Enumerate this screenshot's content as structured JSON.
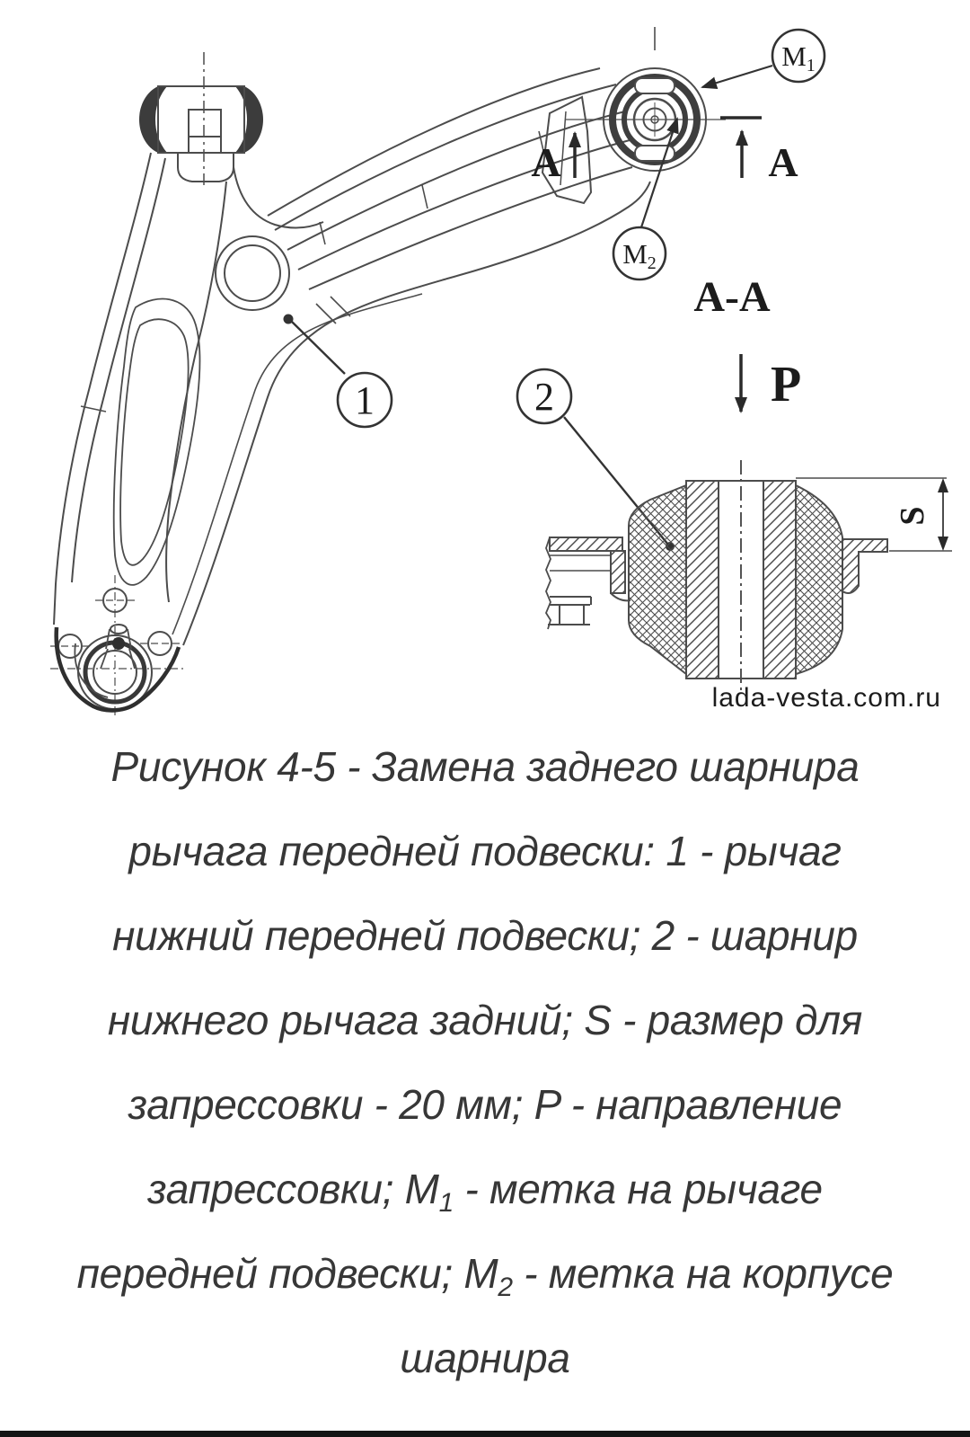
{
  "figure": {
    "labels": {
      "section_cut_left": "A",
      "section_cut_right": "A",
      "section_view": "A-A",
      "press_force": "P",
      "press_depth": "S",
      "callout_arm": "1",
      "callout_joint": "2",
      "mark_arm": {
        "base": "M",
        "sub": "1"
      },
      "mark_housing": {
        "base": "M",
        "sub": "2"
      }
    },
    "watermark": "lada-vesta.com.ru"
  },
  "caption": {
    "lines": [
      {
        "parts": [
          {
            "text": "Рисунок 4-5 - Замена заднего шарнира"
          }
        ]
      },
      {
        "parts": [
          {
            "text": "рычага передней подвески: 1 - рычаг"
          }
        ]
      },
      {
        "parts": [
          {
            "text": "нижний передней подвески; 2 - шарнир"
          }
        ]
      },
      {
        "parts": [
          {
            "text": "нижнего рычага задний; S - размер для"
          }
        ]
      },
      {
        "parts": [
          {
            "text": "запрессовки - 20 мм; P - направление"
          }
        ]
      },
      {
        "parts": [
          {
            "text": "запрессовки; M"
          },
          {
            "text": "1",
            "sub": true
          },
          {
            "text": " - метка на рычаге"
          }
        ]
      },
      {
        "parts": [
          {
            "text": "передней подвески; M"
          },
          {
            "text": "2",
            "sub": true
          },
          {
            "text": " - метка на корпусе"
          }
        ]
      },
      {
        "parts": [
          {
            "text": "шарнира"
          }
        ]
      }
    ]
  },
  "colors": {
    "line": "#4c4c4c",
    "label": "#1c1c1c",
    "caption_text": "#373737",
    "watermark": "#bdbdbd",
    "bottom_bar": "#141414",
    "background": "#ffffff"
  }
}
